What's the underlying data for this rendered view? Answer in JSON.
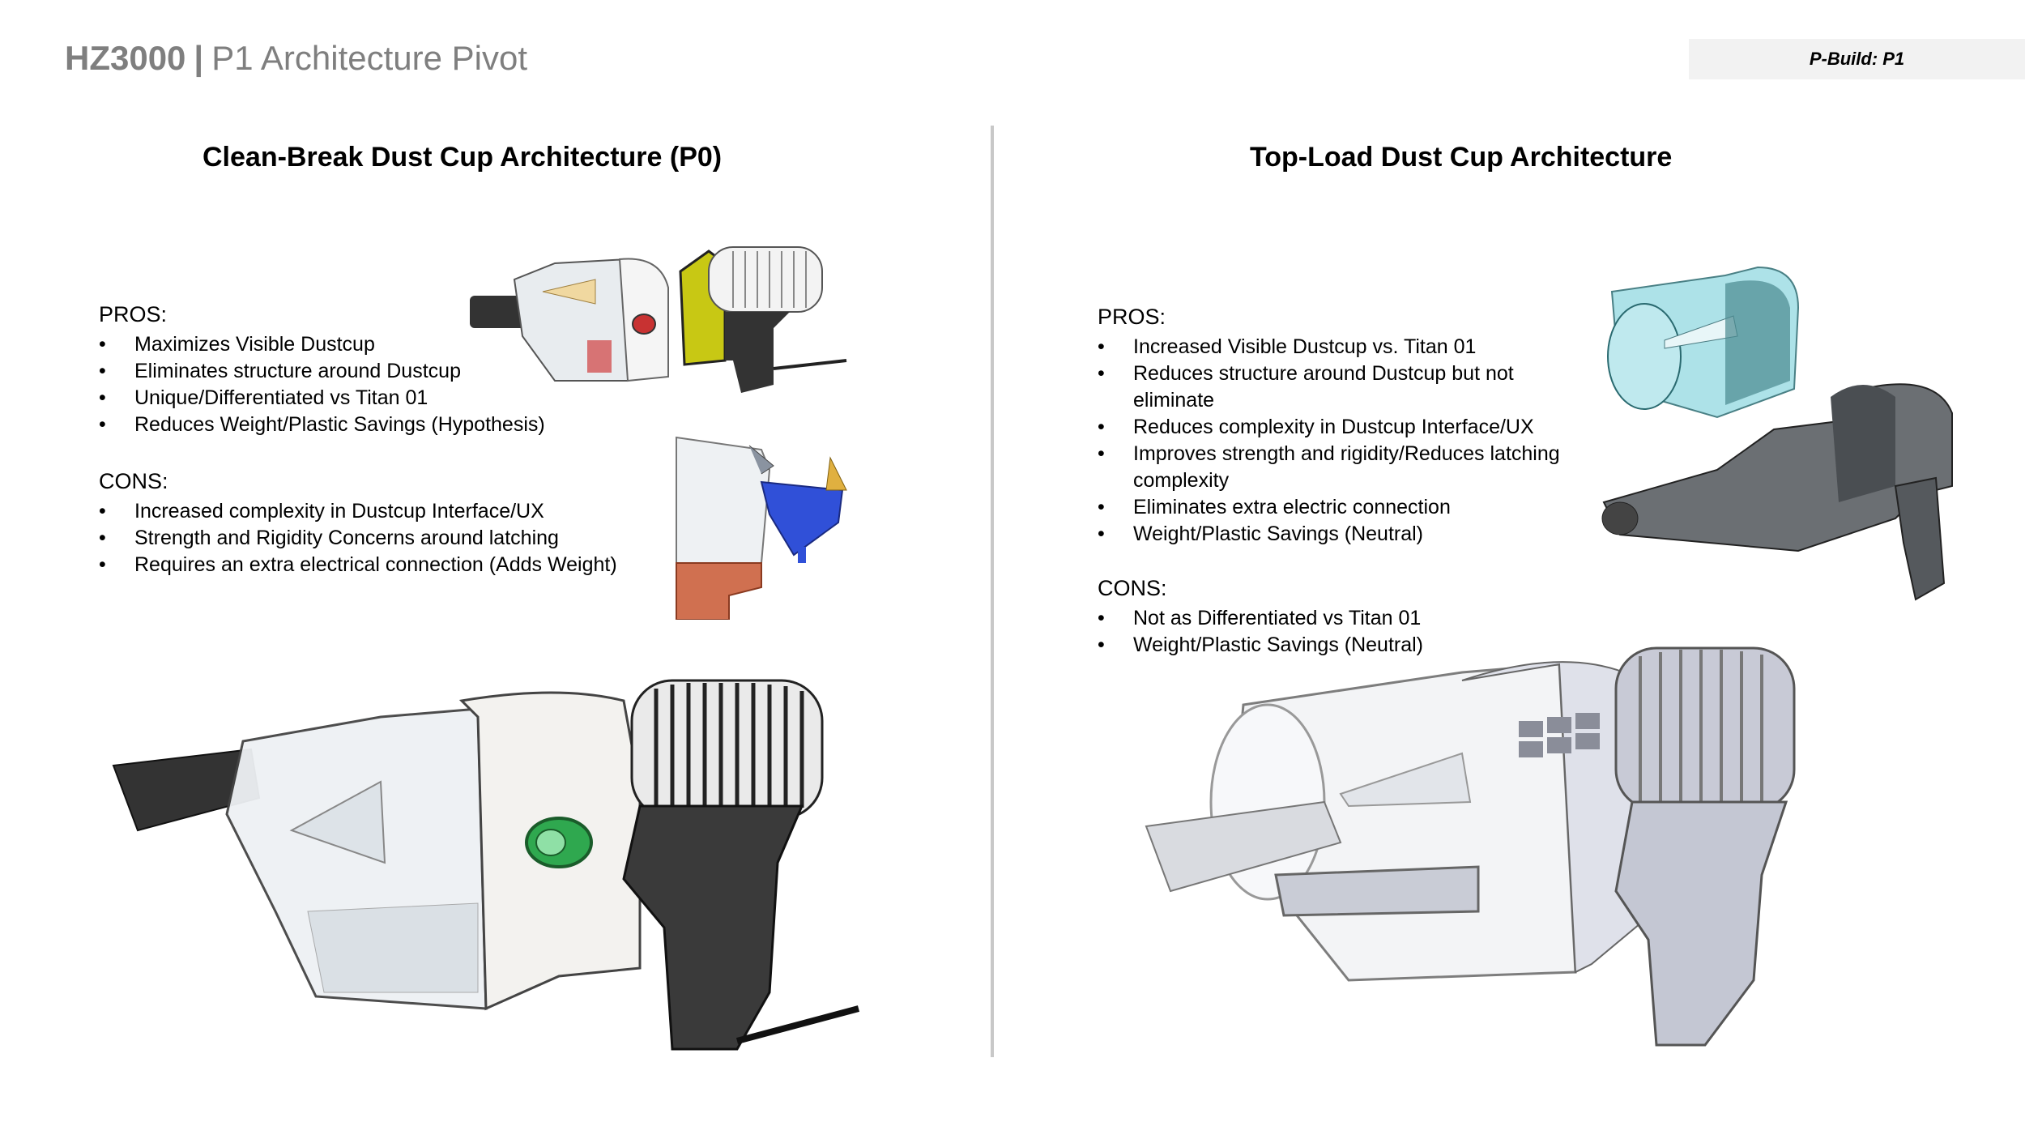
{
  "header": {
    "product_code": "HZ3000",
    "separator": "|",
    "subtitle": "P1 Architecture Pivot",
    "build_tag": "P-Build: P1"
  },
  "left": {
    "heading": "Clean-Break Dust Cup Architecture (P0)",
    "pros_label": "PROS:",
    "pros": [
      "Maximizes Visible Dustcup",
      "Eliminates structure around Dustcup",
      "Unique/Differentiated vs Titan 01",
      "Reduces Weight/Plastic Savings (Hypothesis)"
    ],
    "cons_label": "CONS:",
    "cons": [
      "Increased complexity in Dustcup Interface/UX",
      "Strength and Rigidity Concerns around latching",
      "Requires an extra electrical connection (Adds  Weight)"
    ]
  },
  "right": {
    "heading": "Top-Load Dust Cup Architecture",
    "pros_label": "PROS:",
    "pros": [
      "Increased Visible Dustcup vs. Titan 01",
      "Reduces structure around Dustcup but not eliminate",
      "Reduces complexity in Dustcup Interface/UX",
      "Improves strength and rigidity/Reduces latching complexity",
      "Eliminates extra electric connection",
      "Weight/Plastic Savings (Neutral)"
    ],
    "cons_label": "CONS:",
    "cons": [
      "Not as Differentiated vs Titan 01",
      "Weight/Plastic Savings (Neutral)"
    ]
  },
  "colors": {
    "title_gray": "#7f7f7f",
    "divider": "#c8c8c8",
    "tag_bg": "#f2f2f2",
    "accent_yellow": "#c8c814",
    "accent_red": "#c83232",
    "accent_green": "#2fa84f",
    "accent_blue": "#3050d8",
    "accent_orange": "#d07050",
    "accent_cyan": "#9fdde4"
  },
  "images": {
    "left_exploded": "vacuum-exploded-clean-break-icon",
    "left_dustcup": "dustcup-latch-detail-icon",
    "left_main": "vacuum-clean-break-render-icon",
    "right_exploded": "vacuum-exploded-top-load-icon",
    "right_main": "vacuum-top-load-render-icon"
  }
}
